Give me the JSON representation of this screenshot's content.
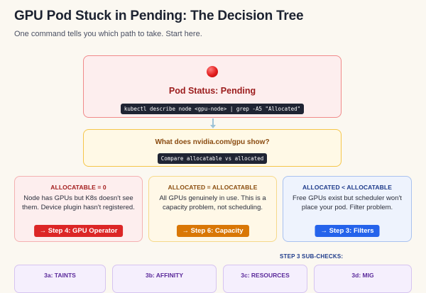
{
  "header": {
    "title": "GPU Pod Stuck in Pending: The Decision Tree",
    "subtitle": "One command tells you which path to take. Start here."
  },
  "pending": {
    "icon": "red-circle-icon",
    "title": "Pod Status: Pending",
    "command": "kubectl describe node <gpu-node> | grep -A5 \"Allocated\""
  },
  "question": {
    "title": "What does nvidia.com/gpu show?",
    "command": "Compare allocatable vs allocated"
  },
  "branches": [
    {
      "title": "ALLOCATABLE = 0",
      "body": "Node has GPUs but K8s doesn't see them. Device plugin hasn't registered.",
      "button": "→ Step 4: GPU Operator",
      "color": "#dc2626"
    },
    {
      "title": "ALLOCATED = ALLOCATABLE",
      "body": "All GPUs genuinely in use. This is a capacity problem, not scheduling.",
      "button": "→ Step 6: Capacity",
      "color": "#d97706"
    },
    {
      "title": "ALLOCATED < ALLOCATABLE",
      "body": "Free GPUs exist but scheduler won't place your pod. Filter problem.",
      "button": "→ Step 3: Filters",
      "color": "#2563eb"
    }
  ],
  "subchecks": {
    "heading": "STEP 3 SUB-CHECKS:",
    "items": [
      {
        "title": "3a: TAINTS"
      },
      {
        "title": "3b: AFFINITY"
      },
      {
        "title": "3c: RESOURCES"
      },
      {
        "title": "3d: MIG"
      }
    ]
  },
  "colors": {
    "background": "#fbf8f1",
    "pending_border": "#f08a8a",
    "question_border": "#f5c64a",
    "subcheck_border": "#d6c4f0"
  }
}
